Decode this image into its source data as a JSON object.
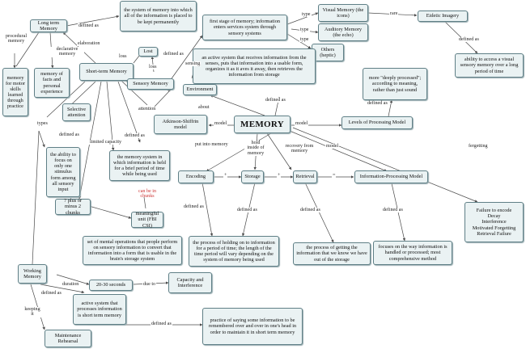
{
  "nodes": {
    "memory": "MEMORY",
    "long_term_memory": "Long term Memory",
    "long_term_def": "the system of memory into which all of the information is placed to be kept permanently",
    "first_stage": "first stage of memory; information enters services system through sensory systems",
    "visual_memory": "Visual Memory (the icons)",
    "eidetic_imagery": "Eidetic Imagery",
    "auditory_memory": "Auditory Memory (the echo)",
    "others": "Others (heptic)",
    "eidetic_def": "ability to access a visual sensory memory over a long period of time",
    "procedural_def": "memory for motor skills learned through practice",
    "declarative_def": "memory of facts and personal experience",
    "short_term_memory": "Short-term Memory",
    "lost": "Lost",
    "sensory_memory": "Sensory Memory",
    "sensory_def": "an active system that receives information from the senses, puts that information into a usable form, organizes it as it aves it away, then retrieves the information from storage",
    "deeply_processed": "more \"deeply processed\"; according to meaning, rather than just sound",
    "environment": "Environment",
    "selective_attention": "Selective attention",
    "atkinson_shiffrin": "Atkinson-Shiffrin model",
    "levels_of_processing": "Levels of Processing Model",
    "ability_focus": "the ability to focus on only one stimulus form among all sensory input",
    "stm_def": "the memory system in which information is held for a brief period of time while being used",
    "encoding": "Encoding",
    "storage": "Storage",
    "retrieval": "Retrieval",
    "info_processing": "Information-Processing Model",
    "seven_plus": "7 plus or minus 2 chunks",
    "meaningful_unit": "meaningful unit (FBI CSI)",
    "failure": "Failure to encode\nDecay\nInterference\nMotivated Forgetting\nRetrieval Failure",
    "encoding_def": "set of mental operations that people perform on sensory information to convert that information into a form that is usable in the brain's storage system",
    "storage_def": "the process of holding on to information for a period of time; the length of the time period will vary depending on the system of memory being used",
    "retrieval_def": "the process of getting the information that we know we have out of the storage",
    "info_processing_def": "focuses on the way information is handled or processed; most comprehensive method",
    "working_memory": "Working Memory",
    "seconds": "20-30 seconds",
    "capacity": "Capacity and Interference",
    "active_system": "active system that processes information is short term memory",
    "maintenance": "Maintenance Rehearsal",
    "practice_def": "practice of saying some information to be remembered over and over in one's head in order to maintain it in short term memory"
  },
  "labels": {
    "defined_as": "defined as",
    "type": "type",
    "rare": "rare",
    "procedural_memory": "procedural memory",
    "declarative_memory": "declarative memory",
    "elaboration": "elaboration",
    "loss": "loss",
    "sensing": "sensing",
    "attention": "attention",
    "about": "about",
    "model": "model",
    "types": "types",
    "limited_capacity": "limited capacity",
    "put_into_memory": "put into memory",
    "hold_inside": "hold inside of memory",
    "recovery": "recovery from memory",
    "fergetting": "fergetting",
    "plus": "+",
    "equals": "=",
    "chunks": "can be in chunks",
    "duration": "duration",
    "due_to": "due to",
    "keeping_it": "keeping it"
  },
  "colors": {
    "node_fill": "#eaf2f3",
    "node_border": "#5f7f86",
    "line": "#4a4a4a",
    "chunks_text": "#cc3333"
  }
}
